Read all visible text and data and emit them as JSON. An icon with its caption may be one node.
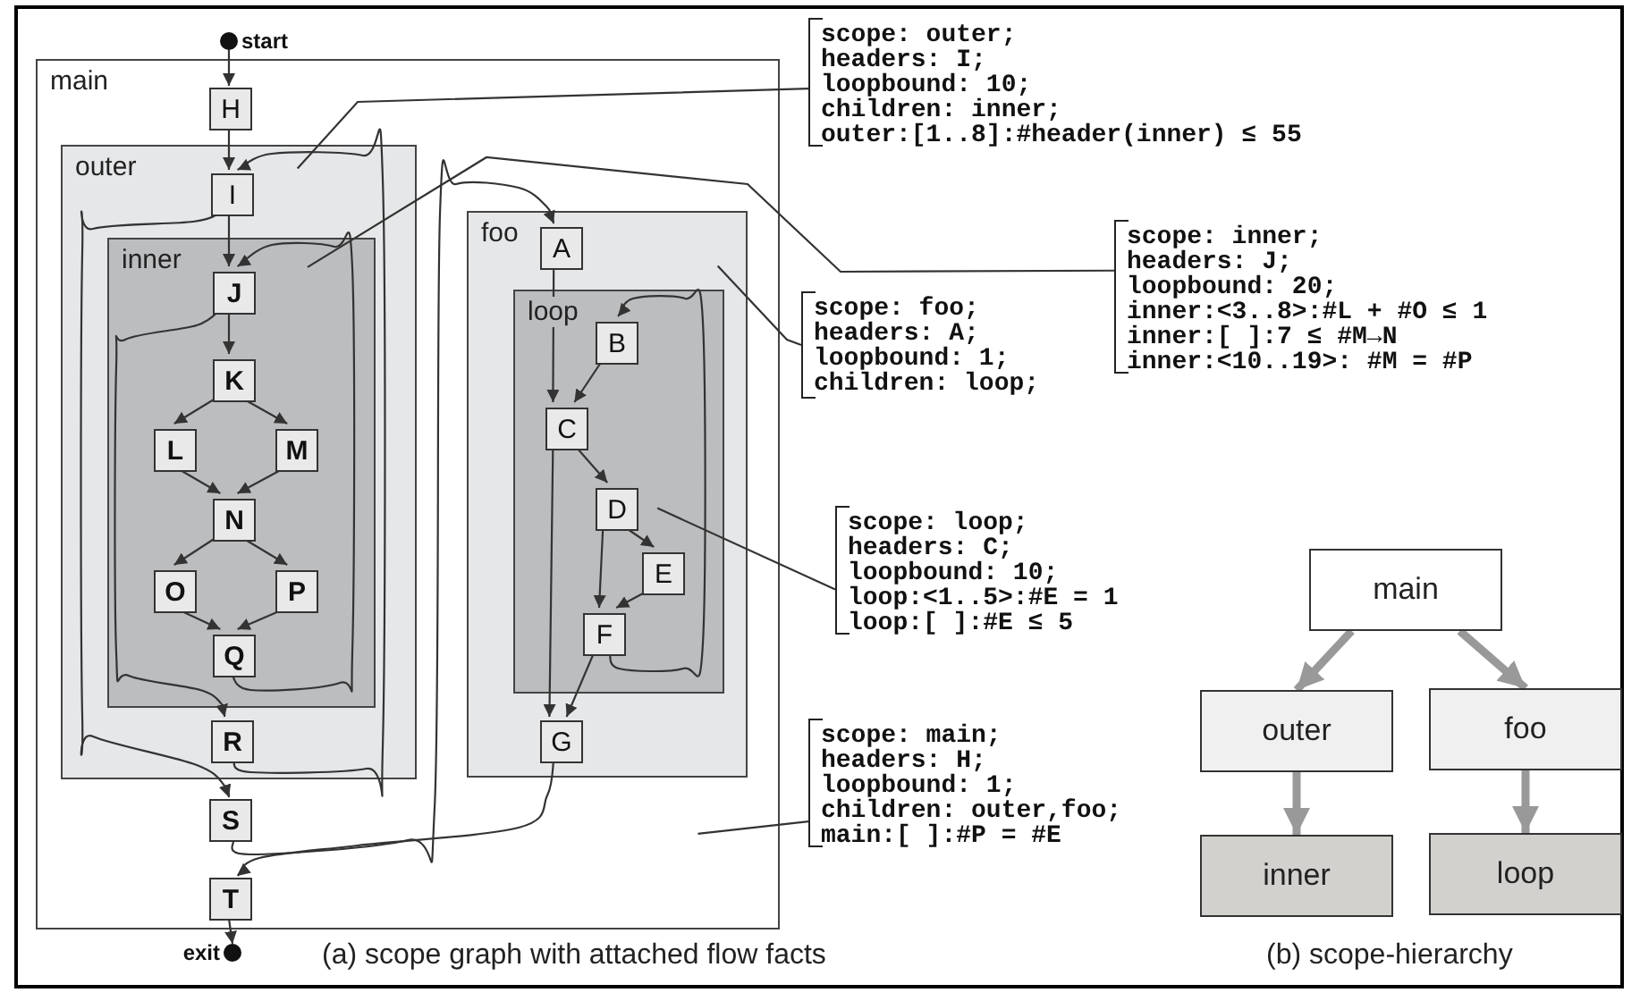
{
  "diagram": {
    "nodes": [
      {
        "text": [
          "start"
        ]
      },
      {
        "text": [
          "main"
        ]
      },
      {
        "text": [
          "H"
        ],
        "in": 1
      },
      {
        "text": [
          "outer"
        ],
        "in": 1
      },
      {
        "text": [
          "I"
        ],
        "in": 3
      },
      {
        "text": [
          "inner"
        ],
        "in": 3
      },
      {
        "text": [
          "J"
        ],
        "in": 5
      },
      {
        "text": [
          "K"
        ],
        "in": 5
      },
      {
        "text": [
          "L"
        ],
        "in": 5
      },
      {
        "text": [
          "M"
        ],
        "in": 5
      },
      {
        "text": [
          "N"
        ],
        "in": 5
      },
      {
        "text": [
          "O"
        ],
        "in": 5
      },
      {
        "text": [
          "P"
        ],
        "in": 5
      },
      {
        "text": [
          "Q"
        ],
        "in": 5
      },
      {
        "text": [
          "R"
        ],
        "in": 3
      },
      {
        "text": [
          "S"
        ],
        "in": 1
      },
      {
        "text": [
          "foo"
        ],
        "in": 1
      },
      {
        "text": [
          "A"
        ],
        "in": 16
      },
      {
        "text": [
          "loop"
        ],
        "in": 16
      },
      {
        "text": [
          "B"
        ],
        "in": 18
      },
      {
        "text": [
          "C"
        ],
        "in": 18
      },
      {
        "text": [
          "D"
        ],
        "in": 18
      },
      {
        "text": [
          "E"
        ],
        "in": 18
      },
      {
        "text": [
          "F"
        ],
        "in": 18
      },
      {
        "text": [
          "G"
        ],
        "in": 16
      },
      {
        "text": [
          "T"
        ],
        "in": 1
      },
      {
        "text": [
          "exit"
        ]
      },
      {
        "text": [
          "scope: outer;",
          "headers: I;",
          "loopbound: 10;",
          "children: inner;",
          "outer:[1..8]:#header(inner) ≤ 55"
        ]
      },
      {
        "text": [
          "scope: inner;",
          "headers: J;",
          "loopbound: 20;",
          "inner:<3..8>:#L + #O ≤ 1",
          "inner:[ ]:7 ≤ #M→N",
          "inner:<10..19>: #M = #P"
        ]
      },
      {
        "text": [
          "scope: foo;",
          "headers: A;",
          "loopbound: 1;",
          "children: loop;"
        ]
      },
      {
        "text": [
          "scope: loop;",
          "headers: C;",
          "loopbound: 10;",
          "loop:<1..5>:#E = 1",
          "loop:[ ]:#E ≤ 5"
        ]
      },
      {
        "text": [
          "scope: main;",
          "headers: H;",
          "loopbound: 1;",
          "children: outer,foo;",
          "main:[ ]:#P = #E"
        ]
      },
      {
        "text": [
          "main"
        ]
      },
      {
        "text": [
          "outer"
        ]
      },
      {
        "text": [
          "foo"
        ]
      },
      {
        "text": [
          "inner"
        ]
      },
      {
        "text": [
          "loop"
        ]
      }
    ],
    "edges": [
      {
        "from": 0,
        "to": 2,
        "arrow": "to"
      },
      {
        "from": 2,
        "to": 4,
        "arrow": "to"
      },
      {
        "from": 4,
        "to": 6,
        "arrow": "to"
      },
      {
        "from": 6,
        "to": 7,
        "arrow": "to"
      },
      {
        "from": 7,
        "to": 8,
        "arrow": "to"
      },
      {
        "from": 7,
        "to": 9,
        "arrow": "to"
      },
      {
        "from": 8,
        "to": 10,
        "arrow": "to"
      },
      {
        "from": 9,
        "to": 10,
        "arrow": "to"
      },
      {
        "from": 10,
        "to": 11,
        "arrow": "to"
      },
      {
        "from": 10,
        "to": 12,
        "arrow": "to"
      },
      {
        "from": 11,
        "to": 13,
        "arrow": "to"
      },
      {
        "from": 12,
        "to": 13,
        "arrow": "to"
      },
      {
        "from": 13,
        "to": 6,
        "arrow": "to"
      },
      {
        "from": 6,
        "to": 14,
        "arrow": "to"
      },
      {
        "from": 14,
        "to": 4,
        "arrow": "to"
      },
      {
        "from": 4,
        "to": 15,
        "arrow": "to"
      },
      {
        "from": 15,
        "to": 17,
        "arrow": "to"
      },
      {
        "from": 17,
        "to": 20,
        "arrow": "to"
      },
      {
        "from": 19,
        "to": 20,
        "arrow": "to"
      },
      {
        "from": 20,
        "to": 21,
        "arrow": "to"
      },
      {
        "from": 21,
        "to": 22,
        "arrow": "to"
      },
      {
        "from": 21,
        "to": 23,
        "arrow": "to"
      },
      {
        "from": 22,
        "to": 23,
        "arrow": "to"
      },
      {
        "from": 23,
        "to": 19,
        "arrow": "to"
      },
      {
        "from": 20,
        "to": 24,
        "arrow": "to"
      },
      {
        "from": 23,
        "to": 24,
        "arrow": "to"
      },
      {
        "from": 24,
        "to": 25,
        "arrow": "to"
      },
      {
        "from": 25,
        "to": 26,
        "arrow": "to"
      },
      {
        "from": 27,
        "to": 3,
        "arrow": "none"
      },
      {
        "from": 28,
        "to": 5,
        "arrow": "none"
      },
      {
        "from": 29,
        "to": 16,
        "arrow": "none"
      },
      {
        "from": 30,
        "to": 18,
        "arrow": "none"
      },
      {
        "from": 31,
        "to": 1,
        "arrow": "none"
      },
      {
        "from": 32,
        "to": 33,
        "arrow": "to",
        "style": "thick",
        "color": "#999999"
      },
      {
        "from": 32,
        "to": 34,
        "arrow": "to",
        "style": "thick",
        "color": "#999999"
      },
      {
        "from": 33,
        "to": 35,
        "arrow": "to",
        "style": "thick",
        "color": "#999999"
      },
      {
        "from": 34,
        "to": 36,
        "arrow": "to",
        "style": "thick",
        "color": "#999999"
      }
    ],
    "labels": [
      "(a) scope graph with attached flow facts",
      "(b) scope-hierarchy"
    ]
  }
}
